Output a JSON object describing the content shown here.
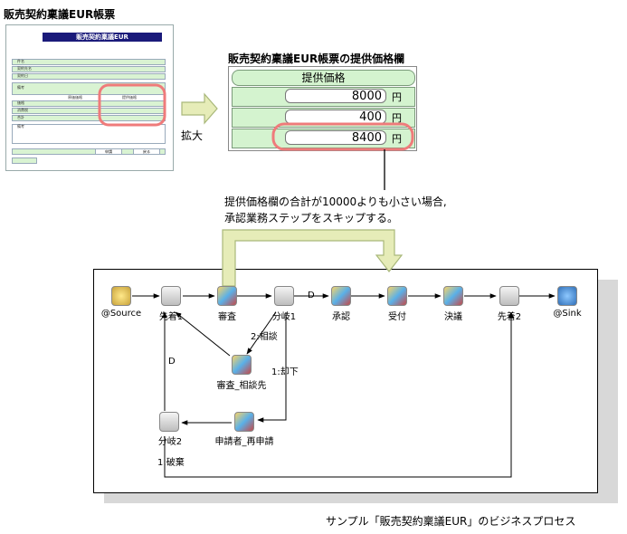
{
  "left_title": "販売契約稟議EUR帳票",
  "zoom_title": "販売契約稟議EUR帳票の提供価格欄",
  "zoom_label": "拡大",
  "mini_form": {
    "header": "販売契約稟議EUR",
    "rows": [
      "件名",
      "契約先名",
      "契約日",
      "備考",
      "価格",
      "消費税",
      "合計",
      "備考"
    ],
    "buttons": [
      "申請",
      "戻る"
    ],
    "col_headers": [
      "原価価格",
      "提供価格"
    ]
  },
  "price_panel": {
    "header": "提供価格",
    "currency": "円",
    "values": [
      "8000",
      "400",
      "8400"
    ]
  },
  "callout_text_line1": "提供価格欄の合計が10000よりも小さい場合,",
  "callout_text_line2": "承認業務ステップをスキップする。",
  "process": {
    "nodes": [
      {
        "id": "source",
        "label": "@Source",
        "icon": "source-icon"
      },
      {
        "id": "saki1",
        "label": "先着1",
        "icon": "merge-icon"
      },
      {
        "id": "shinsa",
        "label": "審査",
        "icon": "activity-icon"
      },
      {
        "id": "bunki1",
        "label": "分岐1",
        "icon": "branch-icon"
      },
      {
        "id": "shonin",
        "label": "承認",
        "icon": "activity-icon"
      },
      {
        "id": "uketsuke",
        "label": "受付",
        "icon": "activity-icon"
      },
      {
        "id": "kesai",
        "label": "決議",
        "icon": "activity-icon"
      },
      {
        "id": "saki2",
        "label": "先着2",
        "icon": "merge-icon"
      },
      {
        "id": "sink",
        "label": "@Sink",
        "icon": "sink-icon"
      },
      {
        "id": "soudan",
        "label": "審査_相談先",
        "icon": "activity-icon"
      },
      {
        "id": "saishinsei",
        "label": "申請者_再申請",
        "icon": "activity-icon"
      },
      {
        "id": "bunki2",
        "label": "分岐2",
        "icon": "branch-icon"
      }
    ],
    "edge_labels": {
      "d_main": "D",
      "soudan": "2:相談",
      "kyakka": "1:却下",
      "d_back": "D",
      "haiki": "1:破棄"
    }
  },
  "caption": "サンプル「販売契約稟議EUR」のビジネスプロセス",
  "colors": {
    "highlight": "#ef7b7b",
    "green_row": "#d4f3cf",
    "arrow_fill": "#e6ecb8",
    "arrow_stroke": "#a9b87a",
    "mini_header": "#1a1a7a"
  }
}
